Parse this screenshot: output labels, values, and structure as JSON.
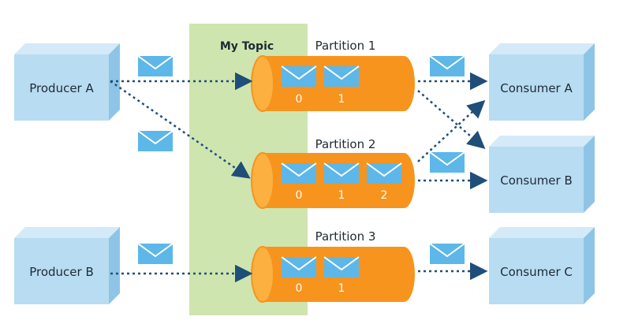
{
  "topic": {
    "label": "My Topic"
  },
  "producers": [
    {
      "id": "producer-a",
      "label": "Producer A"
    },
    {
      "id": "producer-b",
      "label": "Producer B"
    }
  ],
  "consumers": [
    {
      "id": "consumer-a",
      "label": "Consumer A"
    },
    {
      "id": "consumer-b",
      "label": "Consumer B"
    },
    {
      "id": "consumer-c",
      "label": "Consumer C"
    }
  ],
  "partitions": [
    {
      "id": "partition-1",
      "label": "Partition 1",
      "offsets": [
        "0",
        "1"
      ]
    },
    {
      "id": "partition-2",
      "label": "Partition 2",
      "offsets": [
        "0",
        "1",
        "2"
      ]
    },
    {
      "id": "partition-3",
      "label": "Partition 3",
      "offsets": [
        "0",
        "1"
      ]
    }
  ],
  "colors": {
    "box_front": "#b8dcf2",
    "box_side": "#8ec5e6",
    "box_top": "#d4eaf8",
    "topic_band": "#cfe5b0",
    "partition": "#f7941d",
    "partition_end": "#fbb040",
    "envelope": "#5db7e8",
    "arrow": "#1f4e79"
  },
  "icons": {
    "message": "envelope-icon",
    "arrow": "arrow-head-icon"
  }
}
